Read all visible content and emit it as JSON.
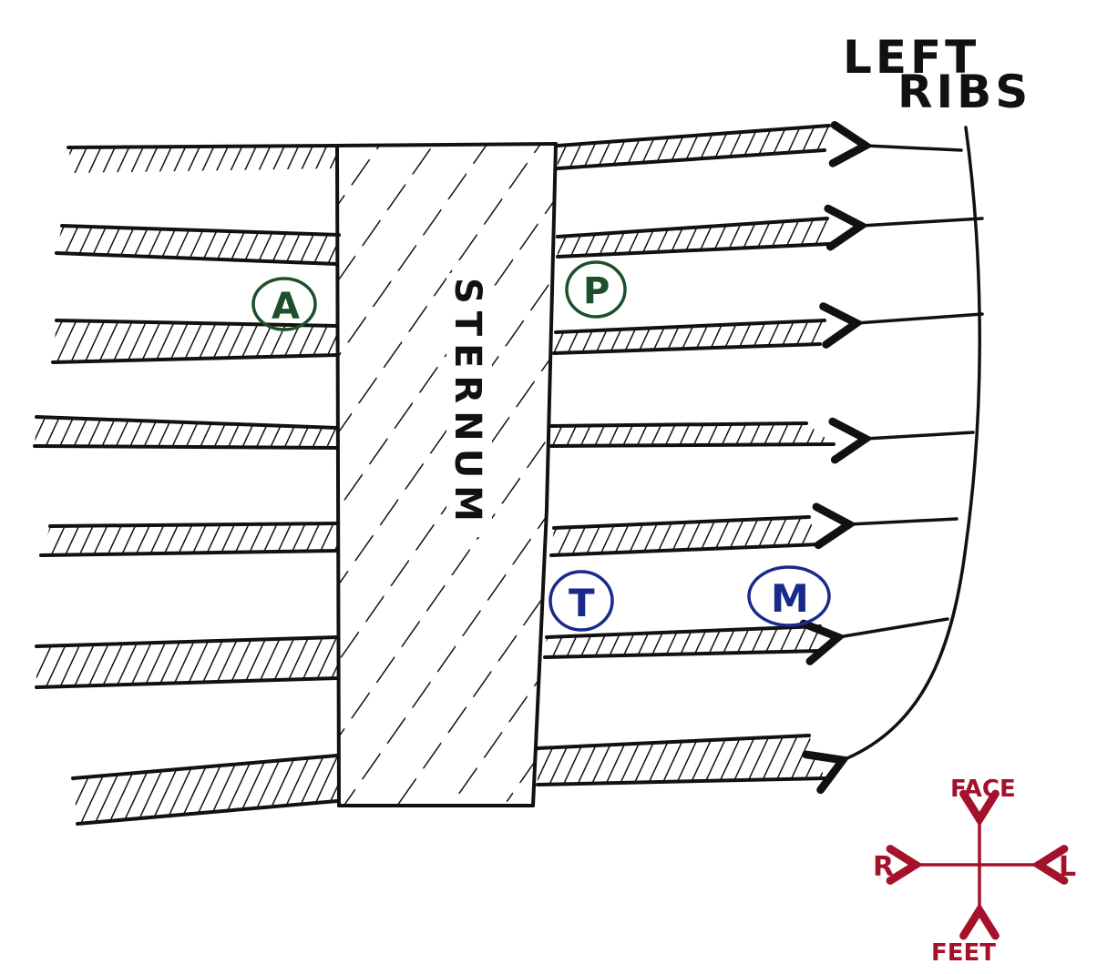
{
  "diagram": {
    "title_line1": "LEFT",
    "title_line2": "RIBS",
    "sternum_label": "STERNUM",
    "markers": [
      {
        "id": "A",
        "label": "A",
        "color": "#1e4f2a"
      },
      {
        "id": "P",
        "label": "P",
        "color": "#1e4f2a"
      },
      {
        "id": "T",
        "label": "T",
        "color": "#1a2a8c"
      },
      {
        "id": "M",
        "label": "M",
        "color": "#1a2a8c"
      }
    ],
    "compass": {
      "up": "FACE",
      "down": "FEET",
      "left": "R",
      "right": "L",
      "color": "#a3122a"
    },
    "colors": {
      "ink": "#111111",
      "background": "#ffffff"
    }
  }
}
